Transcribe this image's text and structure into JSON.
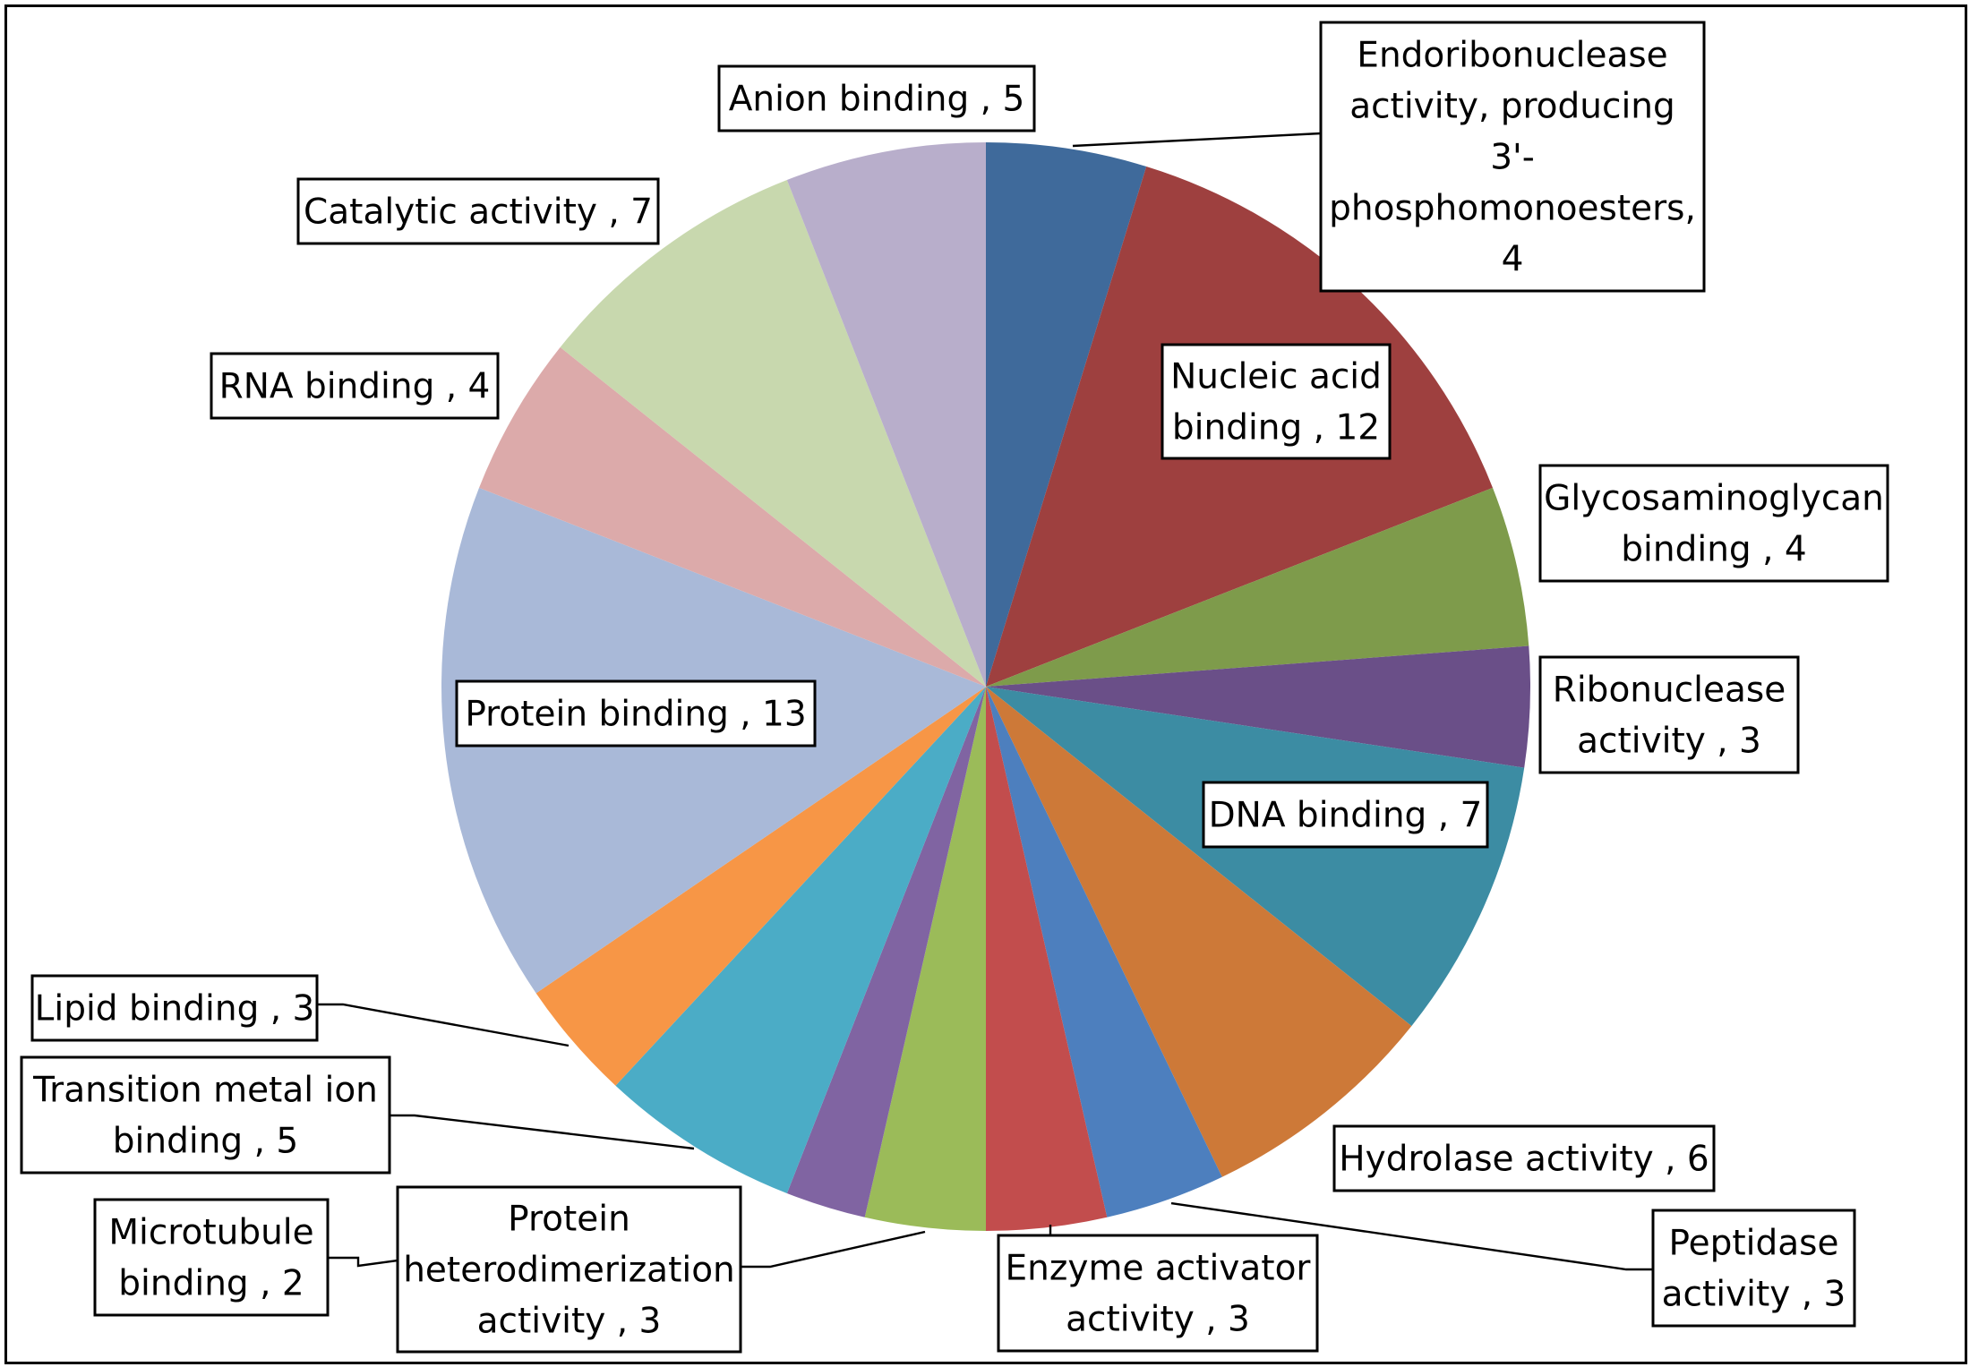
{
  "chart_data": {
    "type": "pie",
    "title": "",
    "start": "12 o'clock",
    "direction": "clockwise",
    "label_format": "{category} , {value}",
    "categories": [
      "Endoribonuclease activity, producing 3'-phosphomonoesters",
      "Nucleic acid binding",
      "Glycosaminoglycan binding",
      "Ribonuclease activity",
      "DNA binding",
      "Hydrolase activity",
      "Peptidase activity",
      "Enzyme activator activity",
      "Protein heterodimerization activity",
      "Microtubule binding",
      "Transition metal ion binding",
      "Lipid binding",
      "Protein binding",
      "RNA binding",
      "Catalytic activity",
      "Anion binding"
    ],
    "values": [
      4,
      12,
      4,
      3,
      7,
      6,
      3,
      3,
      3,
      2,
      5,
      3,
      13,
      4,
      7,
      5
    ],
    "colors": [
      "#3f6a9b",
      "#9e403f",
      "#7e9b4b",
      "#6a4f88",
      "#3c8ca3",
      "#cd7938",
      "#4d7fbe",
      "#c24d4d",
      "#9bbb59",
      "#8064a2",
      "#4bacc6",
      "#f79646",
      "#a9b9d8",
      "#dcaaaa",
      "#c8d8ae",
      "#b8aecb"
    ],
    "labels": [
      {
        "lines": [
          "Endoribonuclease",
          "activity, producing",
          "3'-",
          "phosphomonoesters,",
          "4"
        ]
      },
      {
        "lines": [
          "Nucleic acid",
          "binding , 12"
        ]
      },
      {
        "lines": [
          "Glycosaminoglycan",
          "binding , 4"
        ]
      },
      {
        "lines": [
          "Ribonuclease",
          "activity , 3"
        ]
      },
      {
        "lines": [
          "DNA binding , 7"
        ]
      },
      {
        "lines": [
          "Hydrolase activity , 6"
        ]
      },
      {
        "lines": [
          "Peptidase",
          "activity , 3"
        ]
      },
      {
        "lines": [
          "Enzyme activator",
          "activity , 3"
        ]
      },
      {
        "lines": [
          "Protein",
          "heterodimerization",
          "activity , 3"
        ]
      },
      {
        "lines": [
          "Microtubule",
          "binding , 2"
        ]
      },
      {
        "lines": [
          "Transition metal ion",
          "binding , 5"
        ]
      },
      {
        "lines": [
          "Lipid binding , 3"
        ]
      },
      {
        "lines": [
          "Protein binding , 13"
        ]
      },
      {
        "lines": [
          "RNA binding , 4"
        ]
      },
      {
        "lines": [
          "Catalytic activity , 7"
        ]
      },
      {
        "lines": [
          "Anion binding , 5"
        ]
      }
    ],
    "legend": "none"
  }
}
